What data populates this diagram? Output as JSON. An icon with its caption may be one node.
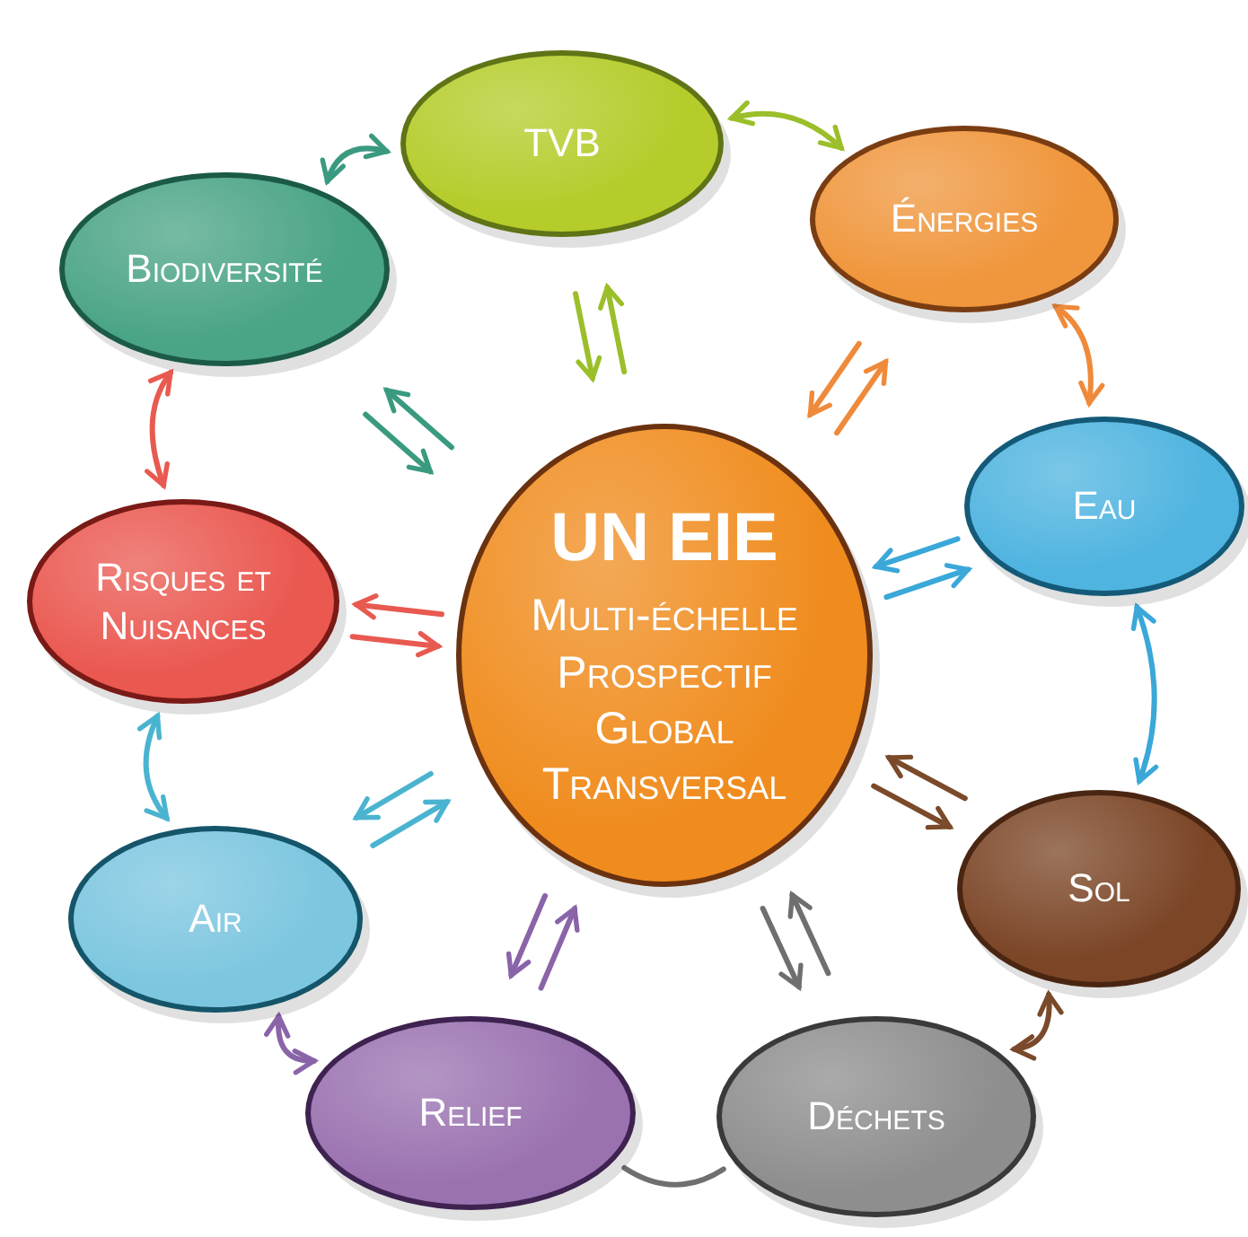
{
  "diagram": {
    "nodes": [
      {
        "text": [
          "UN EIE",
          "Multi-échelle",
          "Prospectif",
          "Global",
          "Transversal"
        ]
      },
      {
        "text": [
          "TVB"
        ]
      },
      {
        "text": [
          "Énergies"
        ]
      },
      {
        "text": [
          "Eau"
        ]
      },
      {
        "text": [
          "Sol"
        ]
      },
      {
        "text": [
          "Déchets"
        ]
      },
      {
        "text": [
          "Relief"
        ]
      },
      {
        "text": [
          "Air"
        ]
      },
      {
        "text": [
          "Risques et Nuisances"
        ]
      },
      {
        "text": [
          "Biodiversité"
        ]
      }
    ],
    "edges": [
      {
        "from": 1,
        "to": 9,
        "arrow": "both",
        "color": "#3a9a80"
      },
      {
        "from": 1,
        "to": 2,
        "arrow": "both",
        "color": "#9bbf2a"
      },
      {
        "from": 2,
        "to": 3,
        "arrow": "both",
        "color": "#ef8a3a"
      },
      {
        "from": 3,
        "to": 4,
        "arrow": "both",
        "color": "#3aa8d8"
      },
      {
        "from": 4,
        "to": 5,
        "arrow": "both",
        "color": "#7b4a2a"
      },
      {
        "from": 5,
        "to": 6,
        "arrow": "none",
        "color": "#6f6f6f"
      },
      {
        "from": 6,
        "to": 7,
        "arrow": "both",
        "color": "#8a64a8"
      },
      {
        "from": 7,
        "to": 8,
        "arrow": "both",
        "color": "#4ab4d0"
      },
      {
        "from": 8,
        "to": 9,
        "arrow": "both",
        "color": "#e85a50"
      },
      {
        "from": 0,
        "to": 1,
        "arrow": "to",
        "color": "#9bbf2a"
      },
      {
        "from": 1,
        "to": 0,
        "arrow": "to",
        "color": "#9bbf2a"
      },
      {
        "from": 0,
        "to": 2,
        "arrow": "to",
        "color": "#ef8a3a"
      },
      {
        "from": 2,
        "to": 0,
        "arrow": "to",
        "color": "#ef8a3a"
      },
      {
        "from": 0,
        "to": 3,
        "arrow": "to",
        "color": "#3aa8d8"
      },
      {
        "from": 3,
        "to": 0,
        "arrow": "to",
        "color": "#3aa8d8"
      },
      {
        "from": 0,
        "to": 4,
        "arrow": "to",
        "color": "#7b4a2a"
      },
      {
        "from": 4,
        "to": 0,
        "arrow": "to",
        "color": "#7b4a2a"
      },
      {
        "from": 0,
        "to": 5,
        "arrow": "to",
        "color": "#6f6f6f"
      },
      {
        "from": 5,
        "to": 0,
        "arrow": "to",
        "color": "#6f6f6f"
      },
      {
        "from": 0,
        "to": 6,
        "arrow": "to",
        "color": "#8a64a8"
      },
      {
        "from": 6,
        "to": 0,
        "arrow": "to",
        "color": "#8a64a8"
      },
      {
        "from": 0,
        "to": 7,
        "arrow": "to",
        "color": "#4ab4d0"
      },
      {
        "from": 7,
        "to": 0,
        "arrow": "to",
        "color": "#4ab4d0"
      },
      {
        "from": 0,
        "to": 8,
        "arrow": "to",
        "color": "#e85a50"
      },
      {
        "from": 8,
        "to": 0,
        "arrow": "to",
        "color": "#e85a50"
      },
      {
        "from": 0,
        "to": 9,
        "arrow": "to",
        "color": "#3a9a80"
      },
      {
        "from": 9,
        "to": 0,
        "arrow": "to",
        "color": "#3a9a80"
      }
    ]
  }
}
